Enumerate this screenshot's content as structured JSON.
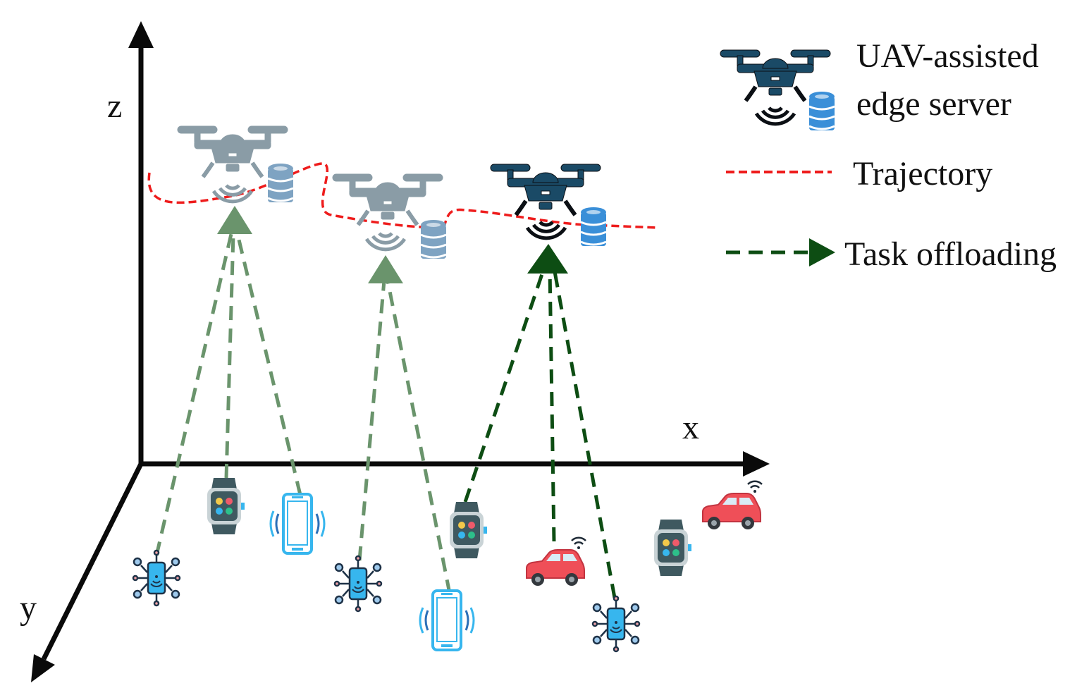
{
  "axes": {
    "z": "z",
    "x": "x",
    "y": "y"
  },
  "legend": {
    "uav_line1": "UAV-assisted",
    "uav_line2": "edge server",
    "trajectory": "Trajectory",
    "offloading": "Task offloading"
  },
  "colors": {
    "axis": "#0a0a0a",
    "trajectory": "#ee1c1c",
    "offload_dark": "#0d4d13",
    "offload_light": "#6a946c",
    "drone_active": "#1a4a66",
    "drone_inactive": "#8a9ca6",
    "server_blue": "#3a8fd8",
    "car_red": "#ef4f58",
    "watch_body": "#3f5960",
    "phone_cyan": "#37b6ee"
  },
  "uavs": [
    {
      "name": "uav-1",
      "state": "inactive"
    },
    {
      "name": "uav-2",
      "state": "inactive"
    },
    {
      "name": "uav-3",
      "state": "active"
    }
  ],
  "devices": [
    {
      "type": "iot-phone"
    },
    {
      "type": "smartwatch"
    },
    {
      "type": "smartphone"
    },
    {
      "type": "iot-phone"
    },
    {
      "type": "smartwatch"
    },
    {
      "type": "smartphone"
    },
    {
      "type": "car"
    },
    {
      "type": "iot-phone"
    },
    {
      "type": "smartwatch"
    },
    {
      "type": "car"
    }
  ]
}
